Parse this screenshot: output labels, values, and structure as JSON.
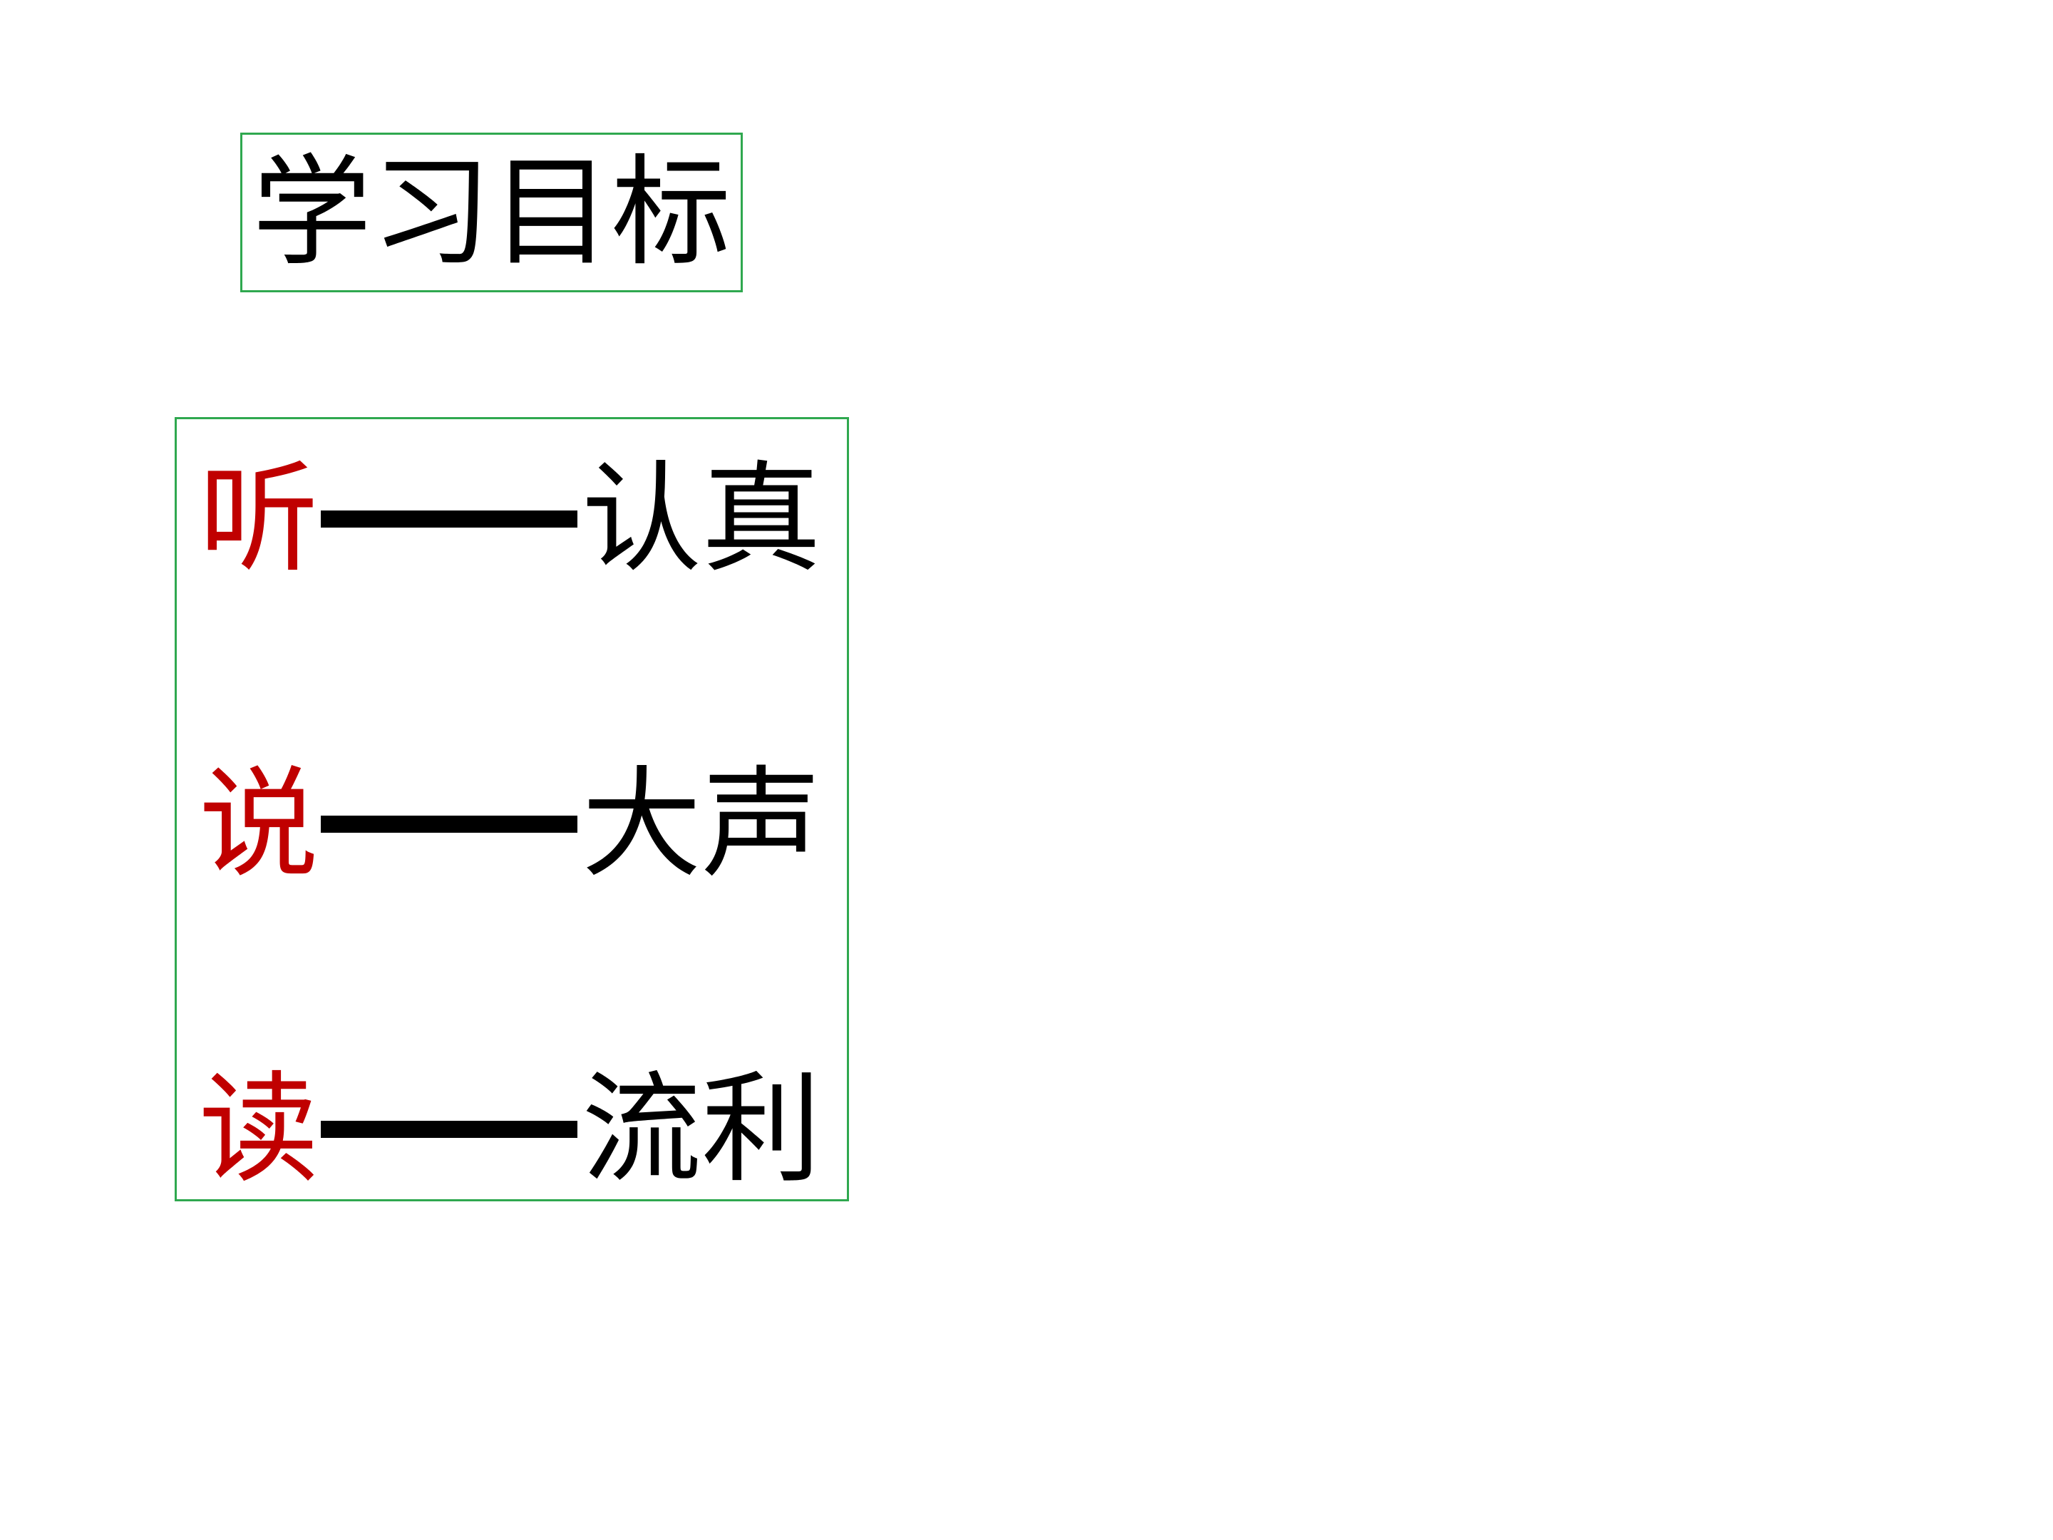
{
  "slide": {
    "title": "学习目标",
    "goals": [
      {
        "key": "听",
        "separator": "——",
        "value": "认真"
      },
      {
        "key": "说",
        "separator": "——",
        "value": "大声"
      },
      {
        "key": "读",
        "separator": "——",
        "value": "流利"
      }
    ],
    "colors": {
      "border": "#2fa84f",
      "key_text": "#c00000",
      "value_text": "#000000"
    }
  }
}
